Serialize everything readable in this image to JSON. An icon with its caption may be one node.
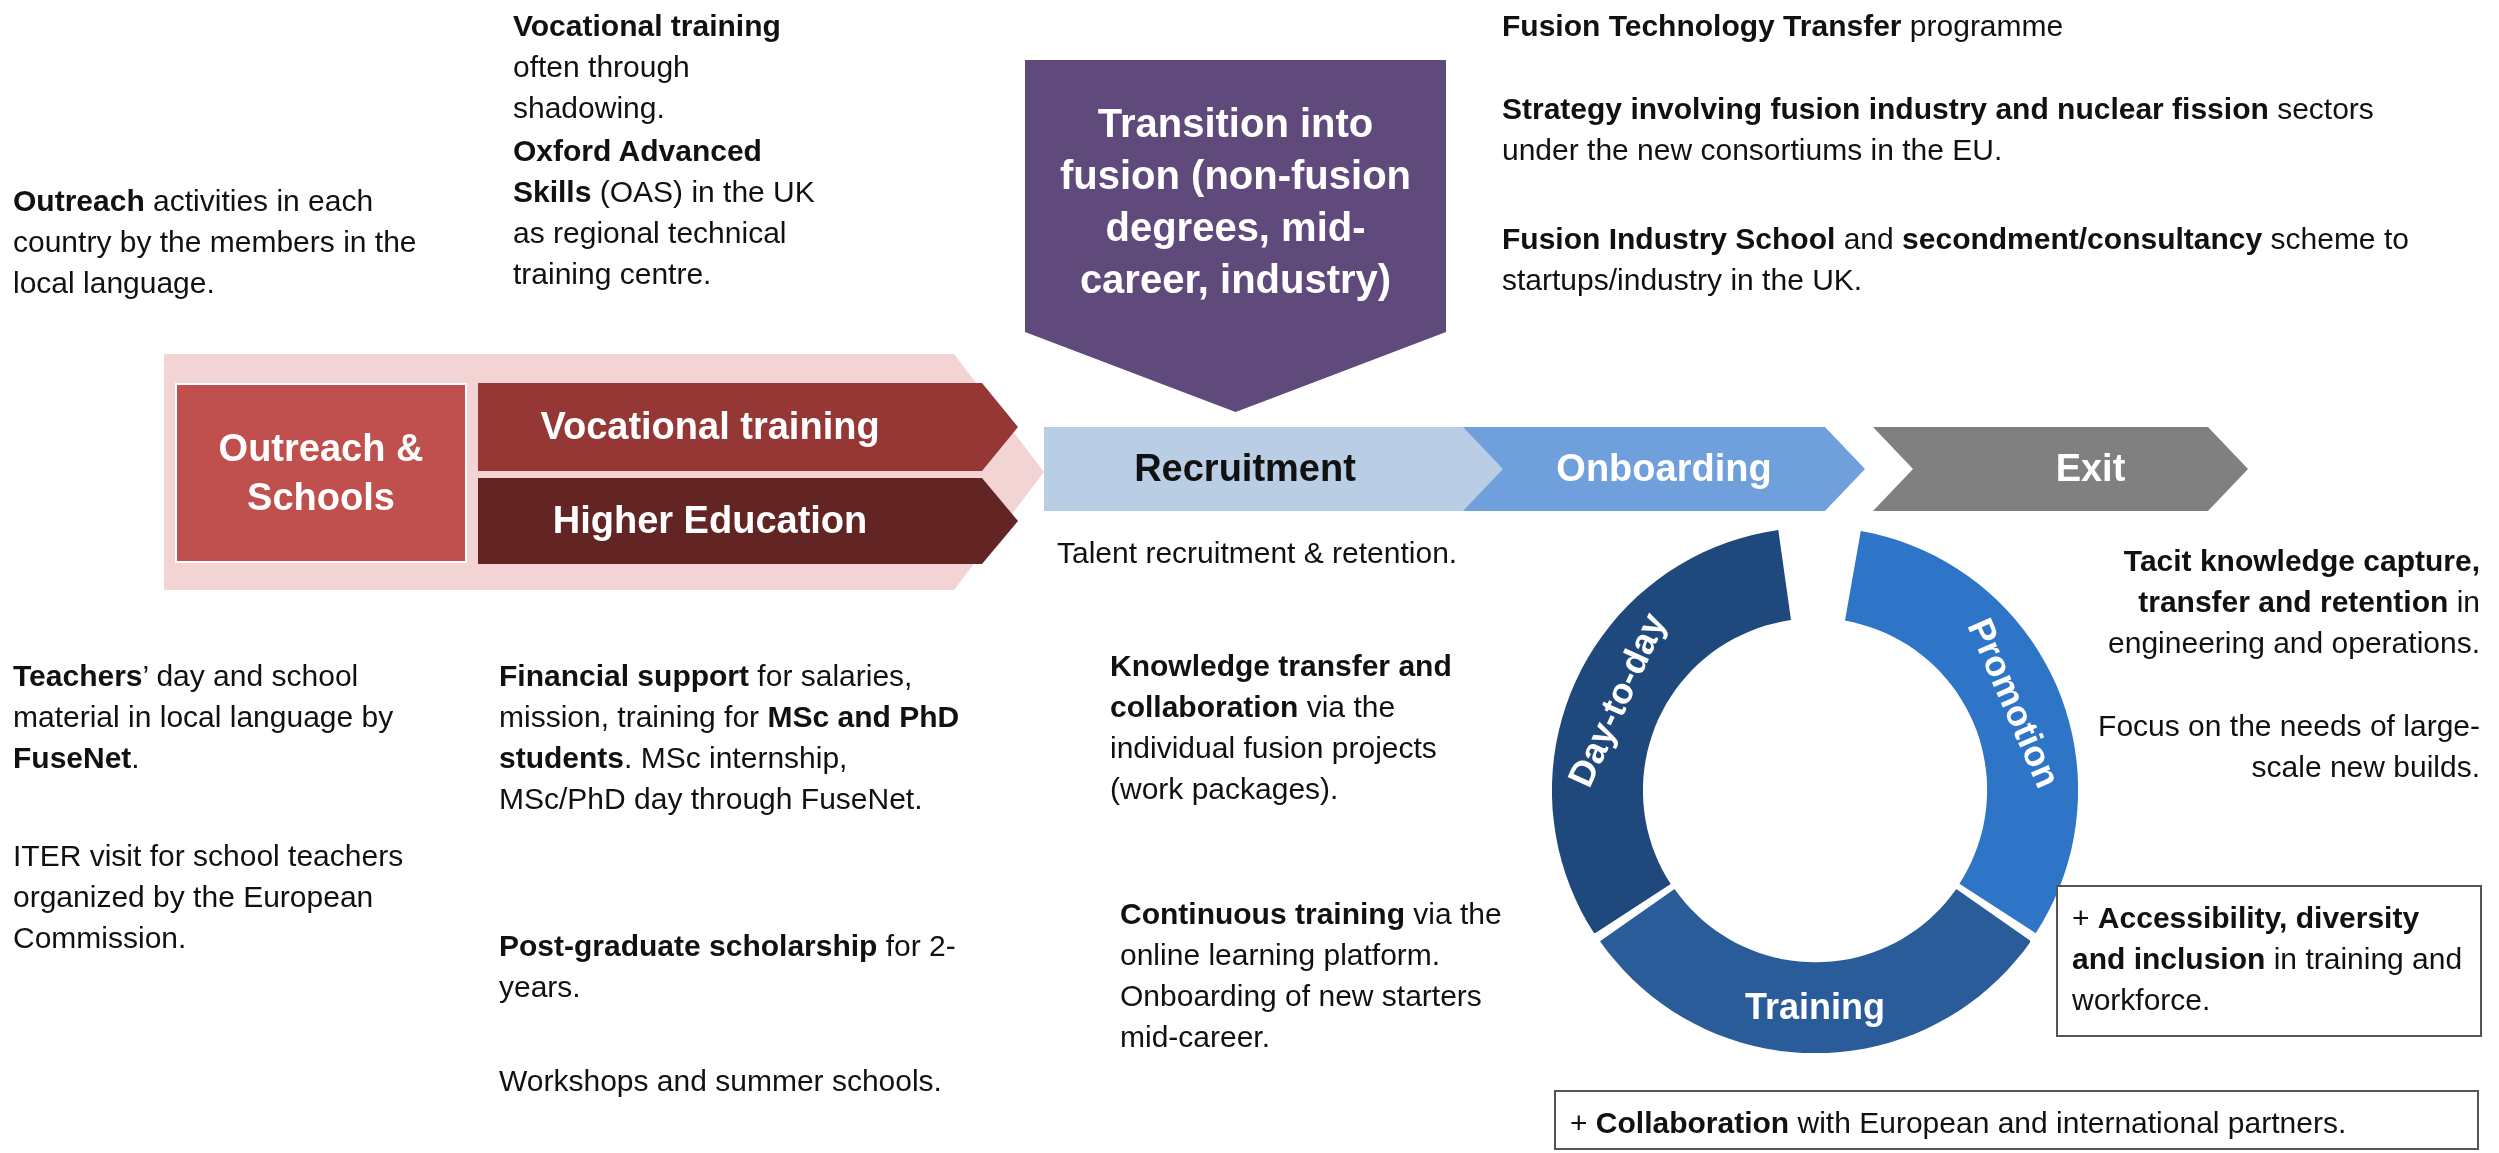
{
  "diagram": {
    "nodes": [
      {
        "text": [],
        "shape": "chevron"
      },
      {
        "text": [
          "Outreach & Schools"
        ],
        "in": 0
      },
      {
        "text": [
          "Vocational training"
        ],
        "in": 0
      },
      {
        "text": [
          "Higher Education"
        ],
        "in": 0
      },
      {
        "text": [
          "Transition into fusion (non-fusion degrees, mid-career, industry)"
        ]
      },
      {
        "text": [
          "Recruitment"
        ]
      },
      {
        "text": [
          "Onboarding"
        ]
      },
      {
        "text": [
          "Exit"
        ]
      },
      {
        "text": [
          "Day-to-day"
        ]
      },
      {
        "text": [
          "Promotion"
        ]
      },
      {
        "text": [
          "Training"
        ]
      },
      {
        "text": [
          "+ **Accessibility, diversity and inclusion** in training and workforce."
        ]
      },
      {
        "text": [
          "+ **Collaboration** with European and international partners."
        ]
      }
    ],
    "labels": [
      "**Outreach** activities in each country by the members in the local language.",
      "**Vocational training** often through shadowing.",
      "**Oxford Advanced Skills** (OAS) in the UK as regional technical training centre.",
      "**Fusion Technology Transfer** programme",
      "**Strategy involving fusion industry and nuclear fission** sectors under the new consortiums in the EU.",
      "**Fusion Industry School** and **secondment/consultancy** scheme to startups/industry in the UK.",
      "Talent recruitment & retention.",
      "**Teachers**’ day and school material in local language by **FuseNet**.",
      "ITER visit for school teachers organized by the European Commission.",
      "**Financial support** for salaries, mission, training for **MSc and PhD students**. MSc internship, MSc/PhD day through FuseNet.",
      "**Post-graduate scholarship** for 2-years.",
      "Workshops and summer schools.",
      "**Knowledge transfer and collaboration** via the individual fusion projects (work packages).",
      "**Continuous training** via the online learning platform. Onboarding of new starters mid-career.",
      "**Tacit knowledge capture, transfer and retention** in engineering and operations.",
      "Focus on the needs of large-scale new builds."
    ]
  }
}
